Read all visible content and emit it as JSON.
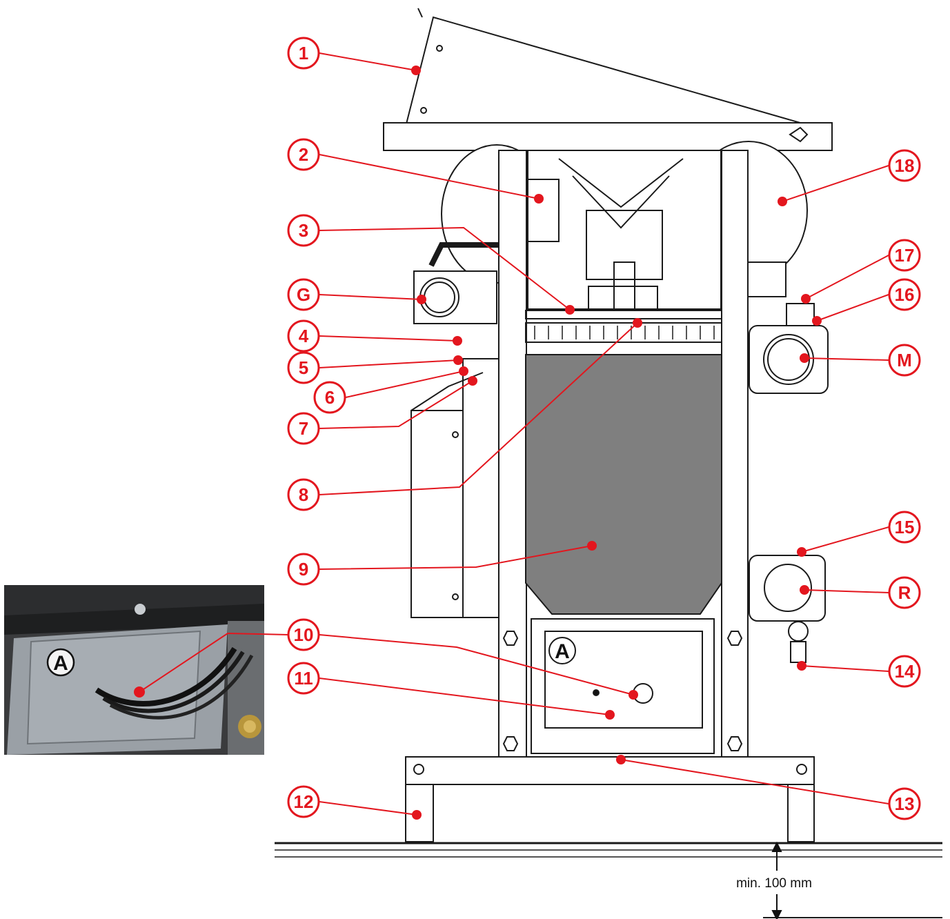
{
  "diagram": {
    "callouts": [
      "1",
      "2",
      "3",
      "G",
      "4",
      "5",
      "6",
      "7",
      "8",
      "9",
      "10",
      "11",
      "12",
      "18",
      "17",
      "16",
      "M",
      "15",
      "R",
      "14",
      "13"
    ],
    "inset_label": "A",
    "panel_label": "A",
    "clearance_note": "min. 100 mm"
  },
  "colors": {
    "callout_red": "#e3161e",
    "hopper_gray": "#7f7f7f",
    "line_black": "#1a1a1a",
    "photo_dark": "#2a2b2c",
    "photo_metal": "#8b9096"
  }
}
